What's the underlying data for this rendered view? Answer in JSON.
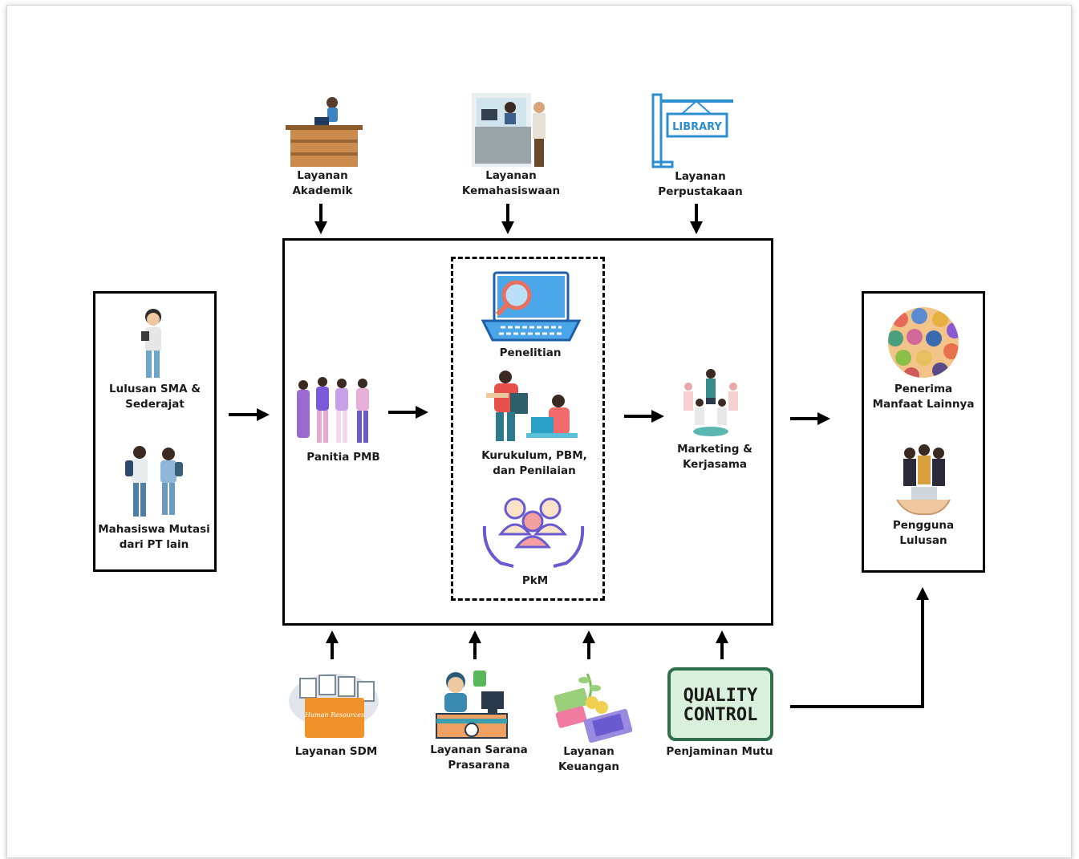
{
  "input": {
    "lulusan_sma": [
      "Lulusan SMA &",
      "Sederajat"
    ],
    "mahasiswa_mutasi": [
      "Mahasiswa Mutasi",
      "dari PT lain"
    ]
  },
  "top_services": {
    "akademik": [
      "Layanan",
      "Akademik"
    ],
    "kemahasiswaan": [
      "Layanan",
      "Kemahasiswaan"
    ],
    "perpustakaan": [
      "Layanan",
      "Perpustakaan"
    ],
    "library_sign": "LIBRARY"
  },
  "process": {
    "panitia_pmb": "Panitia PMB",
    "penelitian": "Penelitian",
    "kurikulum": [
      "Kurukulum, PBM,",
      "dan Penilaian"
    ],
    "pkm": "PkM",
    "marketing": [
      "Marketing &",
      "Kerjasama"
    ]
  },
  "output": {
    "penerima": [
      "Penerima",
      "Manfaat Lainnya"
    ],
    "pengguna": [
      "Pengguna",
      "Lulusan"
    ]
  },
  "bottom_services": {
    "sdm": "Layanan SDM",
    "sdm_card": "Human Resources",
    "sarana": [
      "Layanan Sarana",
      "Prasarana"
    ],
    "keuangan": [
      "Layanan",
      "Keuangan"
    ],
    "mutu": "Penjaminan Mutu",
    "qc": [
      "QUALITY",
      "CONTROL"
    ]
  },
  "colors": {
    "line": "#000000",
    "qc_green": "#2f6f4c",
    "qc_bg": "#d8f0dc",
    "library_blue": "#2d8fd0",
    "laptop_blue": "#4aa6e8"
  }
}
